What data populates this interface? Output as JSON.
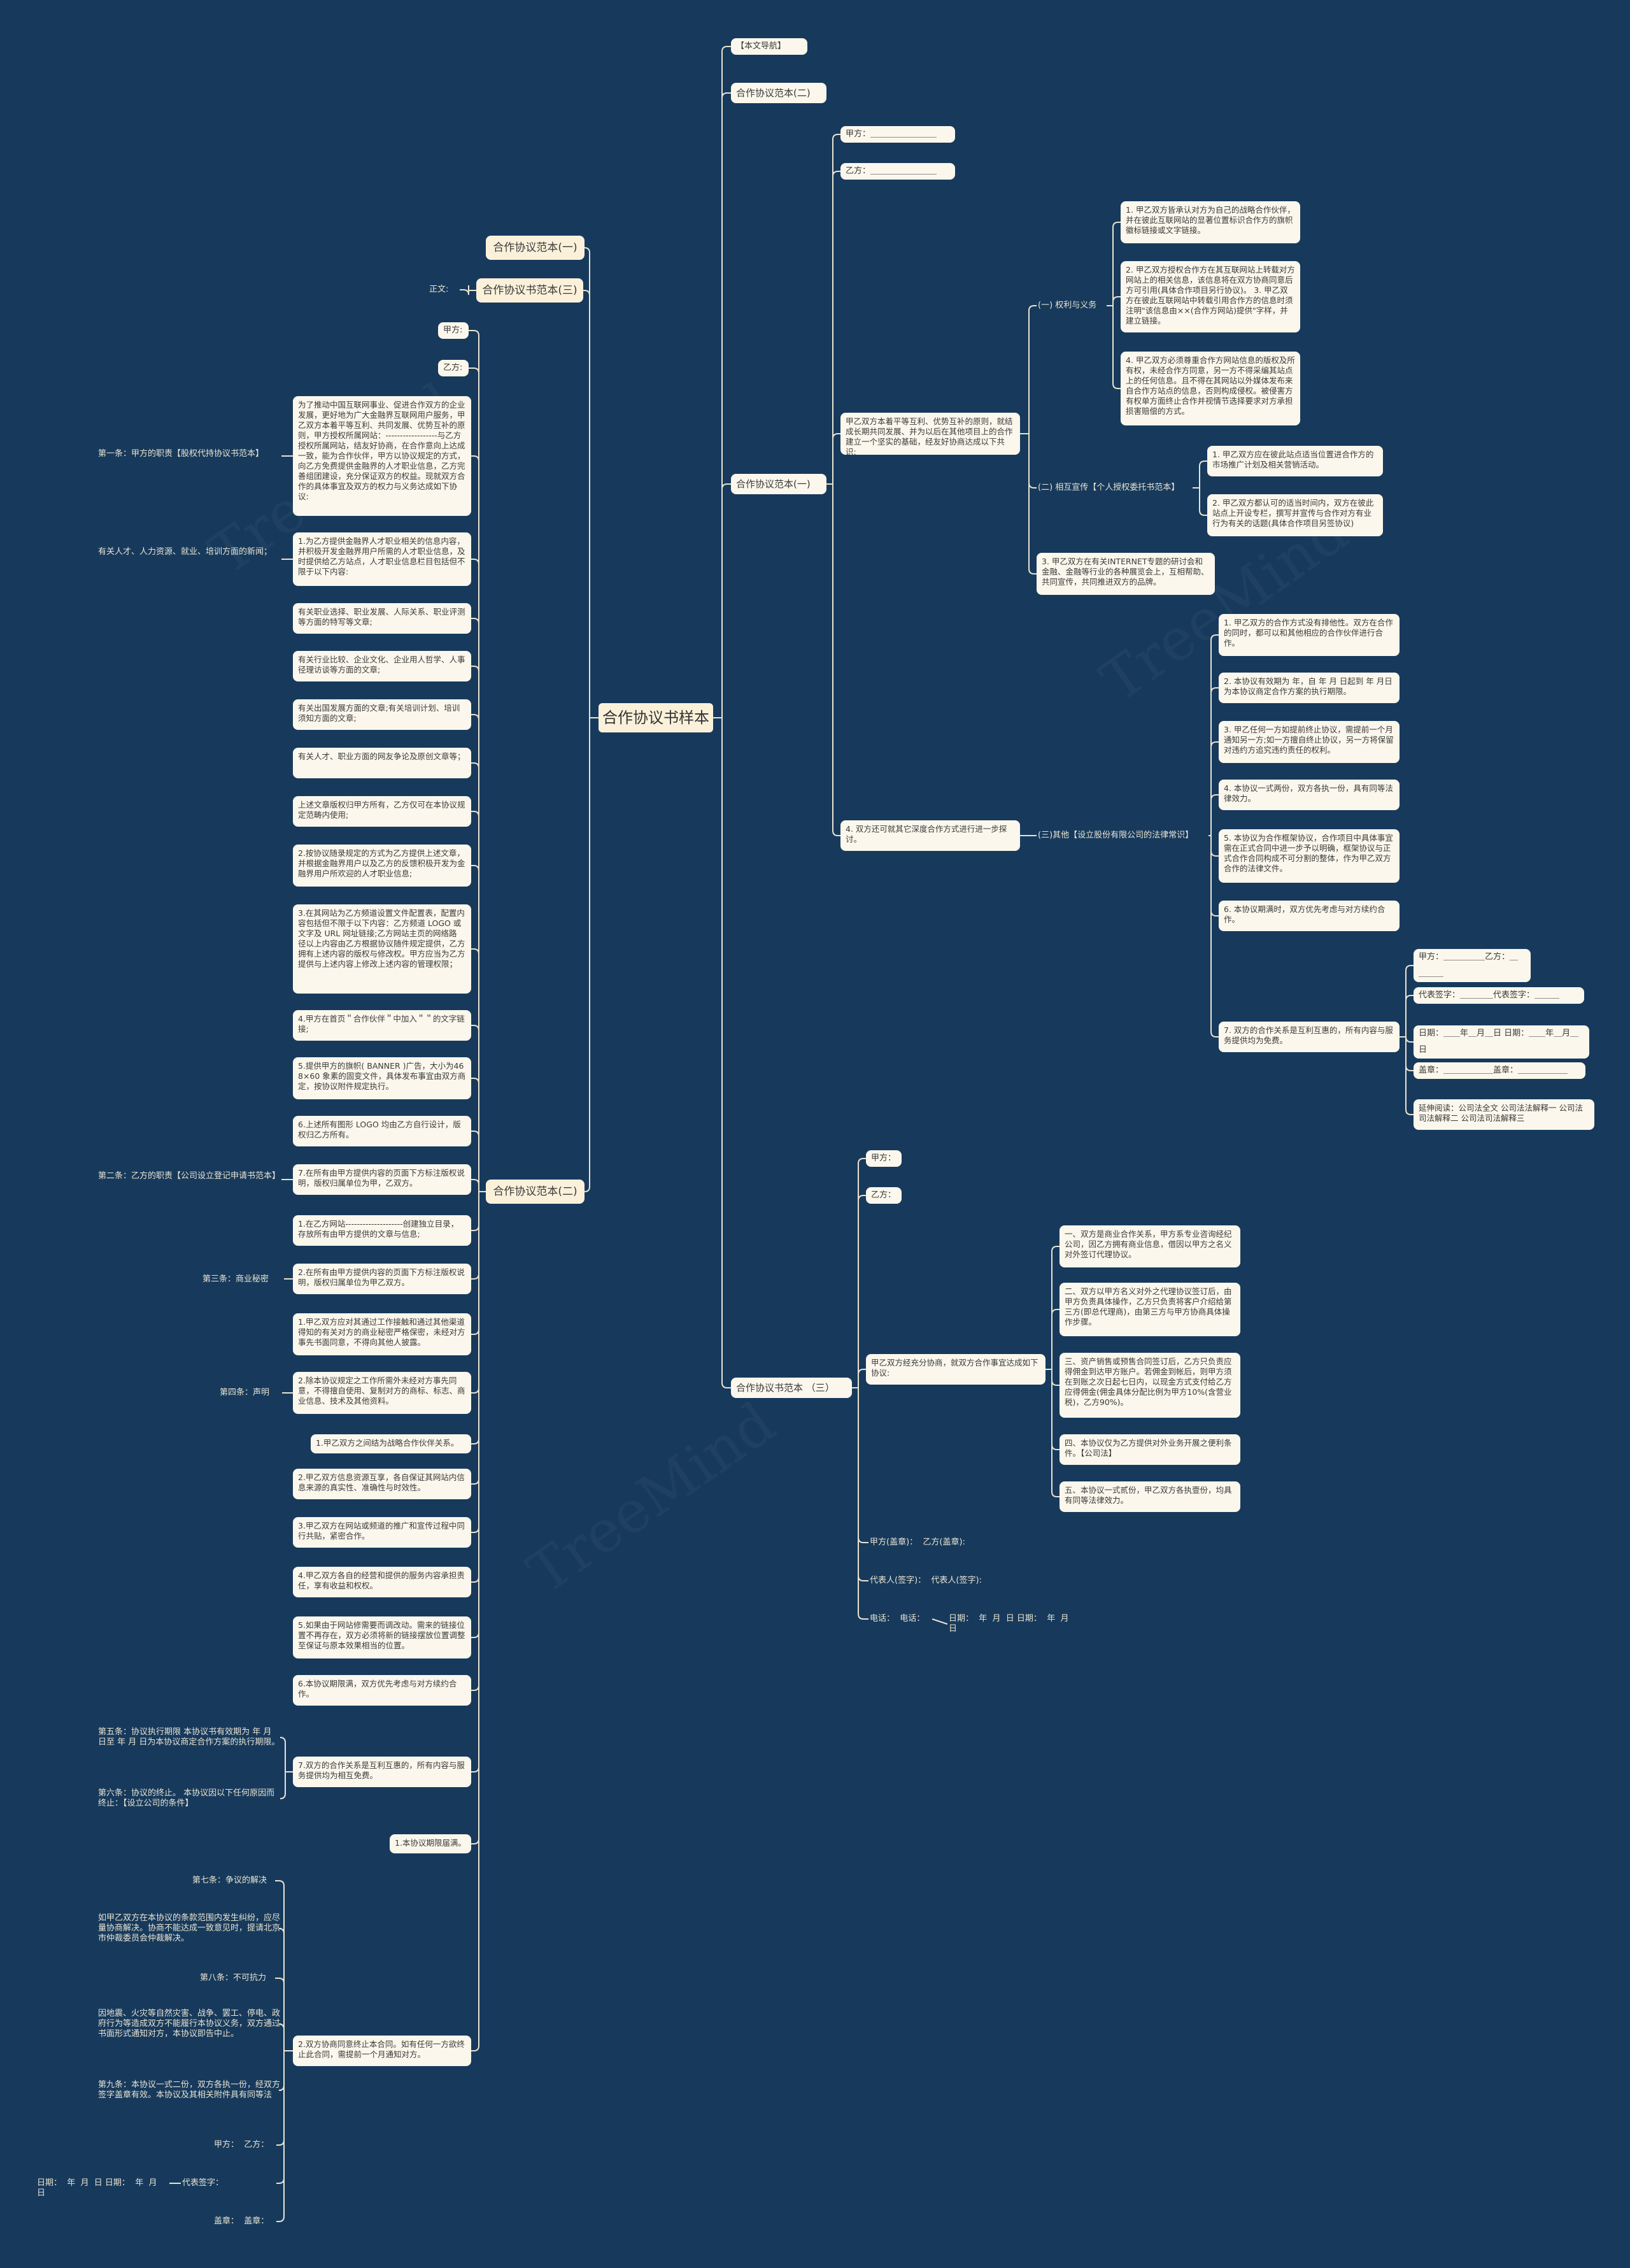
{
  "root": "合作协议书样本",
  "left": {
    "b1": "合作协议范本(一)",
    "b2": "合作协议书范本(三)",
    "b2_label": "正文:",
    "b3": "合作协议范本(二)",
    "b3_children": {
      "jia": "甲方:",
      "yi": "乙方:",
      "intro": "为了推动中国互联网事业、促进合作双方的企业发展，更好地为广大金融界互联网用户服务，甲乙双方本着平等互利、共同发展、优势互补的原则，甲方授权所属网站：------------------与乙方授权所属网站，结友好协商，在合作意向上达成一致，能为合作伙伴，甲方以协议规定的方式，向乙方免费提供金融界的人才职业信息，乙方完善组团建设，充分保证双方的权益。现就双方合作的具体事宜及双方的权力与义务达成如下协议:",
      "art1_label": "第一条：甲方的职责【股权代持协议书范本】",
      "item1": "1.为乙方提供金融界人才职业相关的信息内容，并积极开发金融界用户所需的人才职业信息，及时提供给乙方站点，人才职业信息栏目包括但不限于以下内容:",
      "item1_side": "有关人才、人力资源、就业、培训方面的新闻；",
      "item1a": "有关职业选择、职业发展、人际关系、职业评测等方面的特写等文章;",
      "item1b": "有关行业比较、企业文化、企业用人哲学、人事径理访谈等方面的文章;",
      "item1c": "有关出国发展方面的文章;有关培训计划、培训须知方面的文章;",
      "item1d": "有关人才、职业方面的网友争论及原创文章等；",
      "item1e": "上述文章版权归甲方所有，乙方仅可在本协议规定范畴内使用;",
      "item2": "2.按协议随录规定的方式为乙方提供上述文章，并根据金融界用户以及乙方的反馈积极开发为金融界用户所欢迎的人才职业信息;",
      "item3": "3.在其网站为乙方频道设置文件配置表，配置内容包括但不限于以下内容：乙方频道 LOGO 或文字及 URL 网址链接;乙方网站主页的网络路 径以上内容由乙方根据协议随件规定提供，乙方拥有上述内容的版权与修改权。甲方应当为乙方提供与上述内容上修改上述内容的管理权限；",
      "item4": "4.甲方在首页＂合作伙伴＂中加入＂＂的文字链接;",
      "item5": "5.提供甲方的旗帜( BANNER )广告，大小为468×60 象素的固变文件，具体发布事宜由双方商定，按协议附件规定执行。",
      "item6": "6.上述所有图形 LOGO 均由乙方自行设计，版权归乙方所有。",
      "item7": "7.在所有由甲方提供内容的页面下方标注版权说明，版权归属单位为甲，乙双方。",
      "art2_label": "第二条：乙方的职责【公司设立登记申请书范本】",
      "b_item1": "1.在乙方网站--------------------创建独立目录，存放所有由甲方提供的文章与信息;",
      "b_item2": "2.在所有由甲方提供内容的页面下方标注版权说明，版权归属单位为甲乙双方。",
      "art3_label": "第三条：商业秘密",
      "c_item1": "1.甲乙双方应对其通过工作接触和通过其他渠道得知的有关对方的商业秘密严格保密，未经对方事先书面同意，不得向其他人披露。",
      "c_item2": "2.除本协议规定之工作所需外未经对方事先同意，不得擅自使用、复制对方的商标、标志、商业信息、技术及其他资料。",
      "art4_label": "第四条：声明",
      "d_item1": "1.甲乙双方之间结为战略合作伙伴关系。",
      "d_item2": "2.甲乙双方信息资源互享，各自保证其网站内信息来源的真实性、准确性与时效性。",
      "d_item3": "3.甲乙双方在网站或频道的推广和宣传过程中同行共贴，紧密合作。",
      "d_item4": "4.甲乙双方各自的经营和提供的服务内容承担责任，享有收益和权权。",
      "d_item5": "5.如果由于网站修需要而调改动。需来的链接位置不再存在，双方必须将新的链接摆放位置调整至保证与原本效果相当的位置。",
      "d_item6": "6.本协议期限满，双方优先考虑与对方续约合作。",
      "d_item7": "7.双方的合作关系是互利互惠的，所有内容与服务提供均为相互免费。",
      "art5_label": "第五条：协议执行期限 本协议书有效期为 年 月 日至 年 月 日为本协议商定合作方案的执行期限。",
      "art6_label": "第六条：协议的终止。 本协议因以下任何原因而终止：【设立公司的条件】",
      "e_item1": "1.本协议期限届满。",
      "e_item2": "2.双方协商同意终止本合同。如有任何一方欲终止此合同，需提前一个月通知对方。",
      "art7_label": "第七条：争议的解决",
      "art7_text": "如甲乙双方在本协议的条款范围内发生纠纷，应尽量协商解决。协商不能达成一致意见时，提请北京市仲裁委员会仲裁解决。",
      "art8_label": "第八条：不可抗力",
      "art8_text": "因地震、火灾等自然灾害、战争、罢工、停电、政府行为等造成双方不能履行本协议义务，双方通过书面形式通知对方，本协议即告中止。",
      "art9_label": "第九条：本协议一式二份，双方各执一份，经双方签字盖章有效。本协议及其相关附件具有同等法",
      "sig_jia": "甲方：  乙方：",
      "sig_rep": "代表签字：",
      "sig_date": "日期：  年  月  日 日期：  年  月  日",
      "sig_seal": "盖章：  盖章："
    }
  },
  "right": {
    "nav": "【本文导航】",
    "r1": "合作协议范本(二)",
    "r2": "合作协议范本(一)",
    "r2_children": {
      "jia": "甲方：＿＿＿＿＿＿＿＿",
      "yi": "乙方：＿＿＿＿＿＿＿＿",
      "main": "甲乙双方本着平等互利、优势互补的原则，就结成长期共同发展、并为以后在其他项目上的合作建立一个坚实的基础，经友好协商达成以下共识:",
      "rights": "(一) 权利与义务",
      "rights_1": "1. 甲乙双方皆承认对方为自己的战略合作伙伴，并在彼此互联网站的显著位置标识合作方的旗帜徽标链接或文字链接。",
      "rights_2": "2. 甲乙双方授权合作方在其互联网站上转载对方网站上的相关信息，该信息将在双方协商同意后方可引用(具体合作项目另行协议)。 3. 甲乙双方在彼此互联网站中转载引用合作方的信息时须注明\"该信息由××(合作方网站)提供\"字样，并建立链接。",
      "rights_4": "4. 甲乙双方必须尊重合作方网站信息的版权及所有权，未经合作方同意，另一方不得采编其站点上的任何信息。且不得在其网站以外媒体发布来自合作方站点的信息，否则构成侵权。被侵害方有权单方面终止合作并视情节选择要求对方承担损害赔偿的方式。",
      "promo": "(二) 相互宣传【个人授权委托书范本】",
      "promo_1": "1. 甲乙双方应在彼此站点适当位置进合作方的市场推广计划及相关营销活动。",
      "promo_2": "2. 甲乙双方都认可的适当时间内，双方在彼此站点上开设专栏，撰写并宣传与合作对方有业行为有关的话题(具体合作项目另签协议)",
      "promo_3": "3. 甲乙双方在有关INTERNET专题的研讨会和金融、金融等行业的各种展览会上，互相帮助、共同宣传，共同推进双方的品牌。",
      "other": "4. 双方还可就其它深度合作方式进行进一步探讨。",
      "other_label": "(三)其他【设立股份有限公司的法律常识】",
      "o1": "1. 甲乙双方的合作方式没有排他性。双方在合作的同时，都可以和其他相应的合作伙伴进行合作。",
      "o2": "2. 本协议有效期为 年，自 年 月 日起到 年 月日为本协议商定合作方案的执行期限。",
      "o3": "3. 甲乙任何一方如提前终止协议，需提前一个月通知另一方;如一方擅自终止协议，另一方将保留对违约方追究违约责任的权利。",
      "o4": "4. 本协议一式两份，双方各执一份，具有同等法律效力。",
      "o5": "5. 本协议为合作框架协议，合作项目中具体事宜需在正式合同中进一步予以明确，框架协议与正式合作合同构成不可分割的整体，作为甲乙双方合作的法律文件。",
      "o6": "6. 本协议期满时，双方优先考虑与对方续约合作。",
      "o7": "7. 双方的合作关系是互利互惠的，所有内容与服务提供均为免费。",
      "s1": "甲方：＿＿＿＿＿乙方：＿＿＿＿",
      "s2": "代表签字：＿＿＿＿代表签字：＿＿＿",
      "s3": "日期：＿＿年＿月＿日 日期：＿＿年＿月＿日",
      "s4": "盖章：＿＿＿＿＿＿盖章：＿＿＿＿＿＿",
      "s5": "延伸阅读：公司法全文 公司法法解释一 公司法司法解释二 公司法司法解释三"
    },
    "r3": "合作协议书范本 （三）",
    "r3_children": {
      "jia": "甲方：",
      "yi": "乙方：",
      "main": "甲乙双方经充分协商，就双方合作事宜达成如下协议:",
      "c1": "一、双方是商业合作关系，甲方系专业咨询经纪公司，因乙方拥有商业信息，借因以甲方之名义对外签订代理协议。",
      "c2": "二、双方以甲方名义对外之代理协议签订后，由甲方负责具体操作，乙方只负责将客户介绍给第三方(即总代理商)，由第三方与甲方协商具体操作步骤。",
      "c3": "三、资产销售或预售合同签订后，乙方只负责应得佣金到达甲方账户。若佣金到帐后，则甲方须在到账之次日起七日内，以现金方式支付给乙方应得佣金(佣金具体分配比例为甲方10%(含营业税)，乙方90%)。",
      "c4": "四、本协议仅为乙方提供对外业务开展之便利条件。【公司法】",
      "c5": "五、本协议一式贰份，甲乙双方各执壹份，均具有同等法律效力。",
      "seal": "甲方(盖章)：  乙方(盖章):",
      "rep": "代表人(签字)：  代表人(签字):",
      "tel": "电话：  电话：",
      "date": "日期：  年  月  日 日期：  年  月  日"
    }
  },
  "colors": {
    "background": "#173a5c",
    "node": "#fbf7ec",
    "line": "#e9e3d2"
  }
}
